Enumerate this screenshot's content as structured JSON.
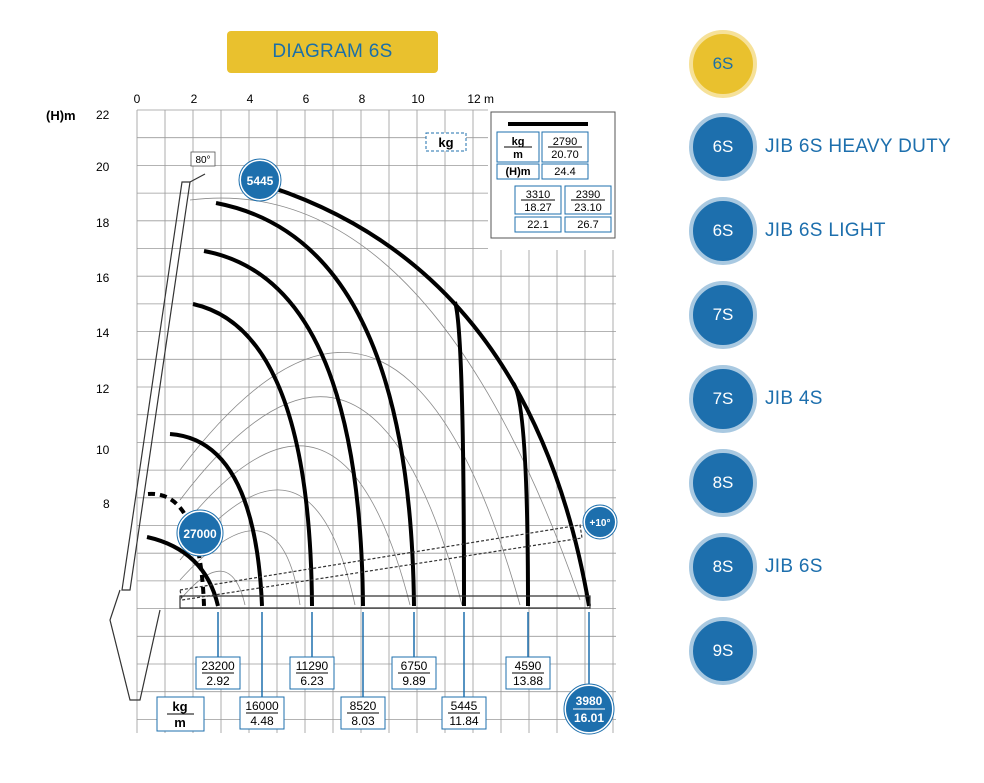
{
  "header": {
    "title": "DIAGRAM 6S"
  },
  "axes": {
    "y_label": "(H)m",
    "x_unit": "m",
    "x_ticks": [
      "0",
      "2",
      "4",
      "6",
      "8",
      "10",
      "12"
    ],
    "y_ticks": [
      "22",
      "20",
      "18",
      "16",
      "14",
      "12",
      "10",
      "8"
    ]
  },
  "badges": {
    "angle_top": "80°",
    "angle_bottom": "+10°",
    "tip_load": "5445",
    "base_load": "27000",
    "last_kg": "3980",
    "last_m": "16.01",
    "kg_label": "kg",
    "kg_legend_kg": "kg",
    "kg_legend_m": "m"
  },
  "load_table": [
    {
      "kg": "23200",
      "m": "2.92"
    },
    {
      "kg": "16000",
      "m": "4.48"
    },
    {
      "kg": "11290",
      "m": "6.23"
    },
    {
      "kg": "8520",
      "m": "8.03"
    },
    {
      "kg": "6750",
      "m": "9.89"
    },
    {
      "kg": "5445",
      "m": "11.84"
    },
    {
      "kg": "4590",
      "m": "13.88"
    }
  ],
  "jib_table": {
    "kg": "kg",
    "m": "m",
    "h": "(H)m",
    "top_kg": "2790",
    "top_m": "20.70",
    "top_h": "24.4",
    "left_kg": "3310",
    "left_m": "18.27",
    "left_h": "22.1",
    "right_kg": "2390",
    "right_m": "23.10",
    "right_h": "26.7"
  },
  "sidebar": {
    "items": [
      {
        "circle": "6S",
        "label": "",
        "active": true
      },
      {
        "circle": "6S",
        "label": "JIB 6S HEAVY DUTY",
        "active": false
      },
      {
        "circle": "6S",
        "label": "JIB 6S LIGHT",
        "active": false
      },
      {
        "circle": "7S",
        "label": "",
        "active": false
      },
      {
        "circle": "7S",
        "label": "JIB 4S",
        "active": false
      },
      {
        "circle": "8S",
        "label": "",
        "active": false
      },
      {
        "circle": "8S",
        "label": "JIB 6S",
        "active": false
      },
      {
        "circle": "9S",
        "label": "",
        "active": false
      }
    ]
  },
  "colors": {
    "accent_blue": "#1d6fad",
    "accent_yellow": "#e9c12e"
  }
}
